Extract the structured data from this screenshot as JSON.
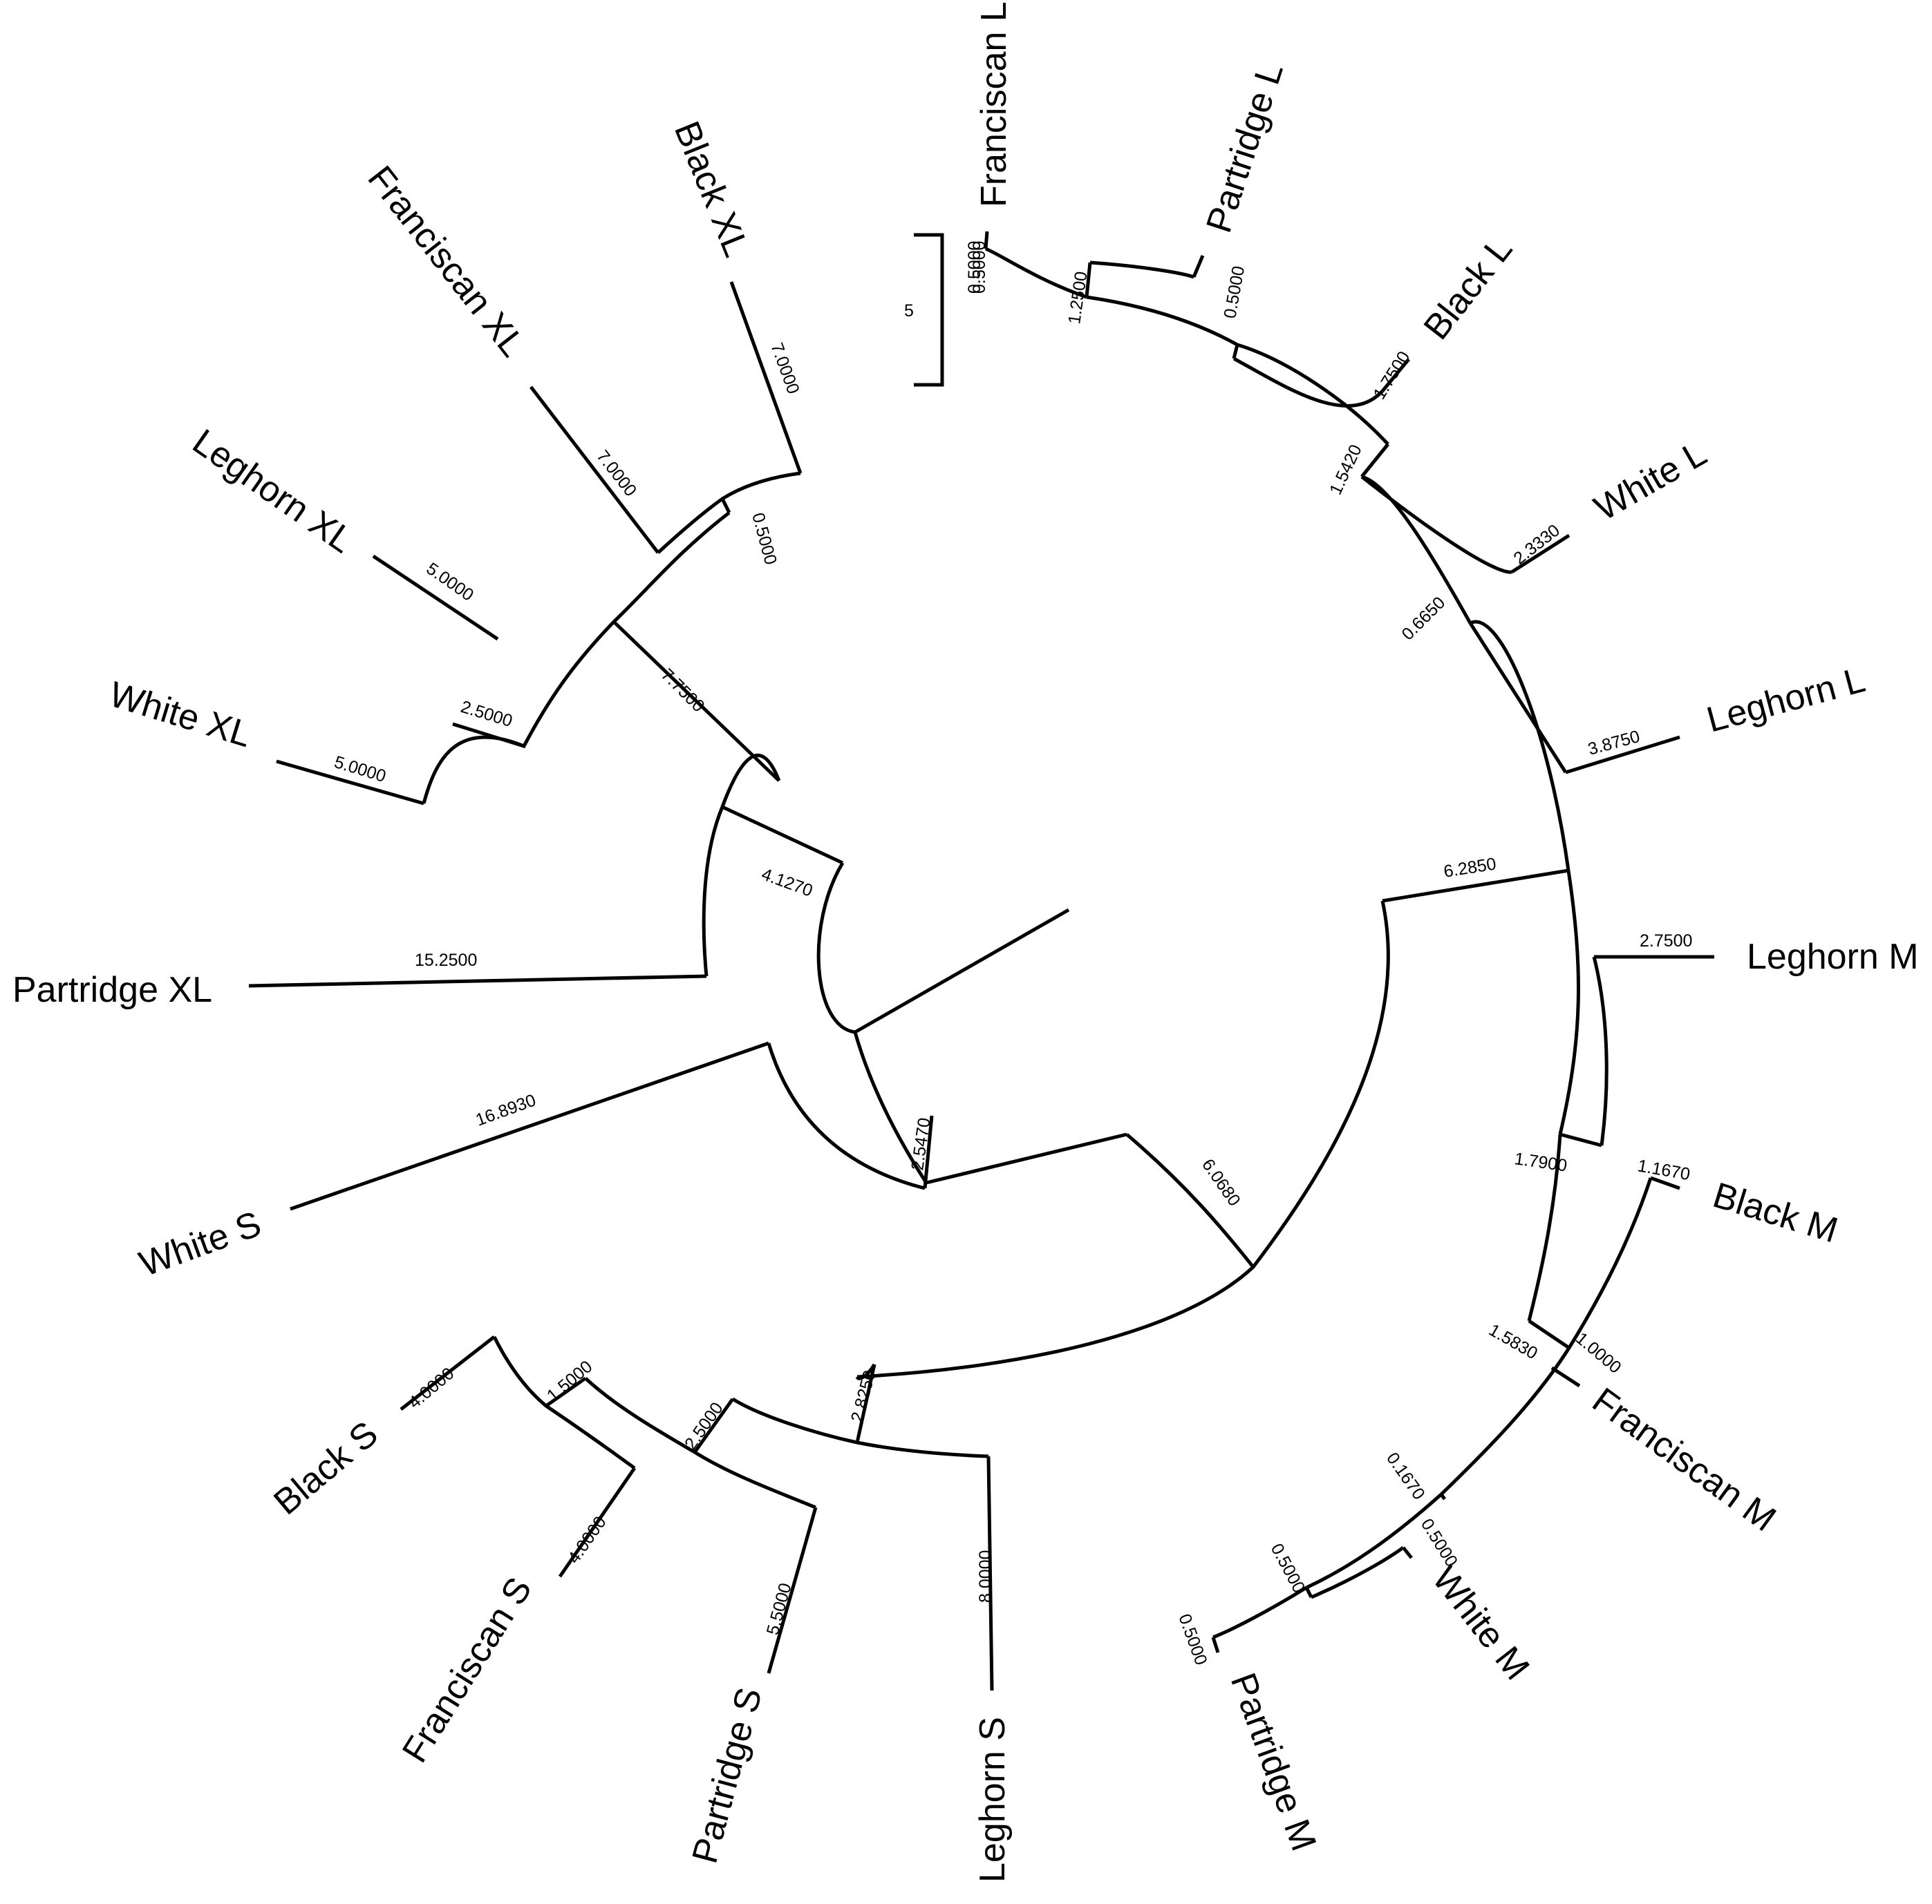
{
  "tree": {
    "scale_bar_label": "5",
    "leaves": [
      {
        "label": "Franciscan L"
      },
      {
        "label": "Partridge L"
      },
      {
        "label": "Black L"
      },
      {
        "label": "White L"
      },
      {
        "label": "Leghorn L"
      },
      {
        "label": "Leghorn M"
      },
      {
        "label": "Black M"
      },
      {
        "label": "Franciscan M"
      },
      {
        "label": "White M"
      },
      {
        "label": "Partridge M"
      },
      {
        "label": "Leghorn S"
      },
      {
        "label": "Partridge S"
      },
      {
        "label": "Franciscan S"
      },
      {
        "label": "Black S"
      },
      {
        "label": "White S"
      },
      {
        "label": "Partridge XL"
      },
      {
        "label": "White XL"
      },
      {
        "label": "Leghorn XL"
      },
      {
        "label": "Franciscan XL"
      },
      {
        "label": "Black XL"
      }
    ],
    "branch_lengths": [
      "0.5000",
      "0.5000",
      "1.2500",
      "1.7500",
      "0.5000",
      "2.3330",
      "1.5420",
      "3.8750",
      "0.6650",
      "6.2850",
      "2.7500",
      "1.7900",
      "1.1670",
      "1.0000",
      "1.5830",
      "0.5000",
      "0.1670",
      "0.5000",
      "0.5000",
      "6.0680",
      "8.0000",
      "2.8250",
      "5.5000",
      "2.5000",
      "4.0000",
      "1.5000",
      "4.0000",
      "2.5470",
      "16.8930",
      "4.1270",
      "15.2500",
      "7.7500",
      "5.0000",
      "5.0000",
      "2.5000",
      "7.0000",
      "7.0000",
      "0.5000"
    ]
  }
}
